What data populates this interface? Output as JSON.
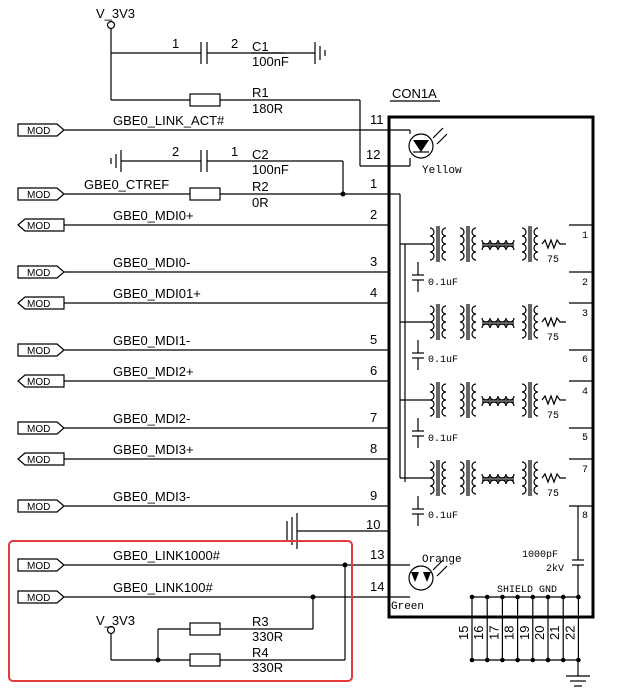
{
  "supply_top": "V_3V3",
  "supply_bottom": "V_3V3",
  "connector": {
    "ref": "CON1A"
  },
  "components": {
    "c1": {
      "ref": "C1",
      "value": "100nF",
      "pin1": "1",
      "pin2": "2"
    },
    "c2": {
      "ref": "C2",
      "value": "100nF",
      "pin1": "1",
      "pin2": "2"
    },
    "r1": {
      "ref": "R1",
      "value": "180R"
    },
    "r2": {
      "ref": "R2",
      "value": "0R"
    },
    "r3": {
      "ref": "R3",
      "value": "330R"
    },
    "r4": {
      "ref": "R4",
      "value": "330R"
    }
  },
  "port_tag": "MOD",
  "nets": [
    {
      "name": "GBE0_LINK_ACT#",
      "pin": "11"
    },
    {
      "name": "GBE0_CTREF",
      "pin": "1"
    },
    {
      "name": "GBE0_MDI0+",
      "pin": "2"
    },
    {
      "name": "GBE0_MDI0-",
      "pin": "3"
    },
    {
      "name": "GBE0_MDI01+",
      "pin": "4"
    },
    {
      "name": "GBE0_MDI1-",
      "pin": "5"
    },
    {
      "name": "GBE0_MDI2+",
      "pin": "6"
    },
    {
      "name": "GBE0_MDI2-",
      "pin": "7"
    },
    {
      "name": "GBE0_MDI3+",
      "pin": "8"
    },
    {
      "name": "GBE0_MDI3-",
      "pin": "9"
    },
    {
      "name": "GBE0_LINK1000#",
      "pin": "13"
    },
    {
      "name": "GBE0_LINK100#",
      "pin": "14"
    }
  ],
  "pin12": "12",
  "pin10": "10",
  "led_yellow": "Yellow",
  "led_orange": "Orange",
  "led_green": "Green",
  "cap_01uf": "0.1uF",
  "r75": "75",
  "cap_1000pf": "1000pF",
  "cap_2kv": "2kV",
  "shield_gnd": "SHIELD GND",
  "right_pins": [
    "1",
    "2",
    "3",
    "6",
    "4",
    "5",
    "7",
    "8"
  ],
  "shield_pins": [
    "15",
    "16",
    "17",
    "18",
    "19",
    "20",
    "21",
    "22"
  ]
}
